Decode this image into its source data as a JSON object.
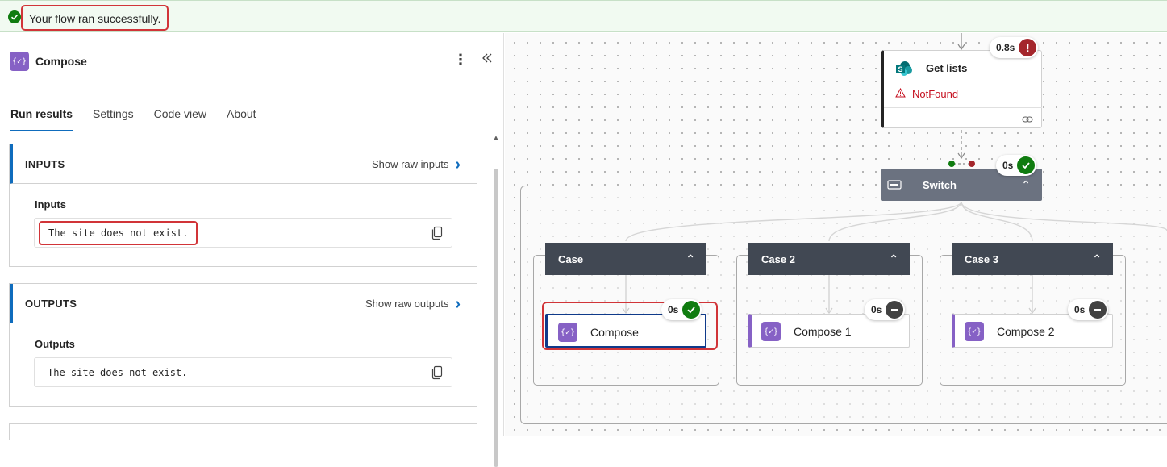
{
  "banner": {
    "message": "Your flow ran successfully."
  },
  "panel": {
    "title": "Compose",
    "icon_glyph": "{✓}",
    "tabs": [
      {
        "label": "Run results",
        "active": true
      },
      {
        "label": "Settings",
        "active": false
      },
      {
        "label": "Code view",
        "active": false
      },
      {
        "label": "About",
        "active": false
      }
    ],
    "inputs": {
      "section_title": "INPUTS",
      "raw_link": "Show raw inputs",
      "field_label": "Inputs",
      "value": "The site does not exist."
    },
    "outputs": {
      "section_title": "OUTPUTS",
      "raw_link": "Show raw outputs",
      "field_label": "Outputs",
      "value": "The site does not exist."
    }
  },
  "canvas": {
    "get_lists": {
      "title": "Get lists",
      "status": "NotFound",
      "duration": "0.8s"
    },
    "switch": {
      "title": "Switch",
      "duration": "0s"
    },
    "cases": [
      {
        "title": "Case",
        "action": "Compose",
        "duration": "0s",
        "status": "succeeded"
      },
      {
        "title": "Case 2",
        "action": "Compose 1",
        "duration": "0s",
        "status": "skipped"
      },
      {
        "title": "Case 3",
        "action": "Compose 2",
        "duration": "0s",
        "status": "skipped"
      }
    ]
  },
  "colors": {
    "success": "#107c10",
    "error": "#c50f1f",
    "skipped": "#616161",
    "highlight": "#d13438",
    "accent": "#0f6cbd",
    "compose_purple": "#8661c5"
  }
}
